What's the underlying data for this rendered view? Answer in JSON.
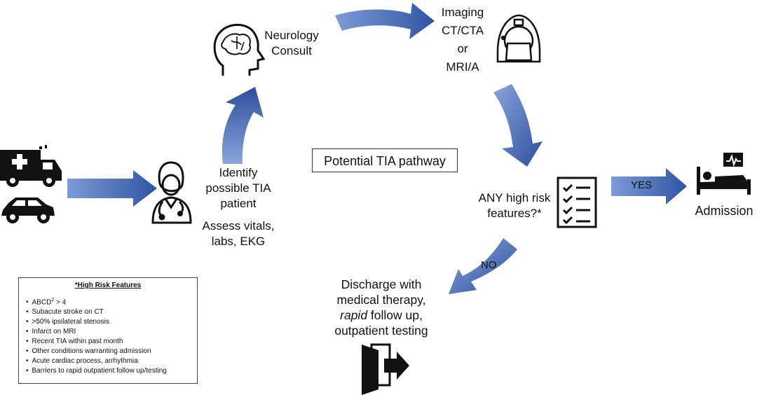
{
  "colors": {
    "arrow_light": "#6f8fd0",
    "arrow_dark": "#2b4e9a",
    "icon": "#111111"
  },
  "icons": [
    "ambulance-icon",
    "car-icon",
    "doctor-icon",
    "brain-head-icon",
    "ct-scanner-icon",
    "checklist-icon",
    "hospital-bed-icon",
    "exit-door-icon"
  ],
  "title": "Potential TIA pathway",
  "steps": {
    "identify": [
      "Identify",
      "possible TIA",
      "patient"
    ],
    "assess": [
      "Assess vitals,",
      "labs, EKG"
    ],
    "neurology": [
      "Neurology",
      "Consult"
    ],
    "imaging": [
      "Imaging",
      "CT/CTA",
      "or",
      "MRI/A"
    ],
    "risk_question": [
      "ANY high risk",
      "features?*"
    ],
    "admission": "Admission",
    "discharge_line1": "Discharge with",
    "discharge_line2": "medical therapy,",
    "discharge_line3_em": "rapid",
    "discharge_line3_rest": " follow up,",
    "discharge_line4": "outpatient testing"
  },
  "arrow_labels": {
    "yes": "YES",
    "no": "NO"
  },
  "high_risk_box": {
    "title": "*High Risk Features",
    "abcd_prefix": "ABCD",
    "abcd_sup": "2",
    "abcd_rest": " > 4",
    "items": [
      "Subacute stroke on CT",
      ">50% ipsilateral stenosis",
      "Infarct on MRI",
      "Recent TIA within past month",
      "Other conditions warranting admission",
      "Acute cardiac process, arrhythmia",
      "Barriers to rapid outpatient follow up/testing"
    ]
  }
}
